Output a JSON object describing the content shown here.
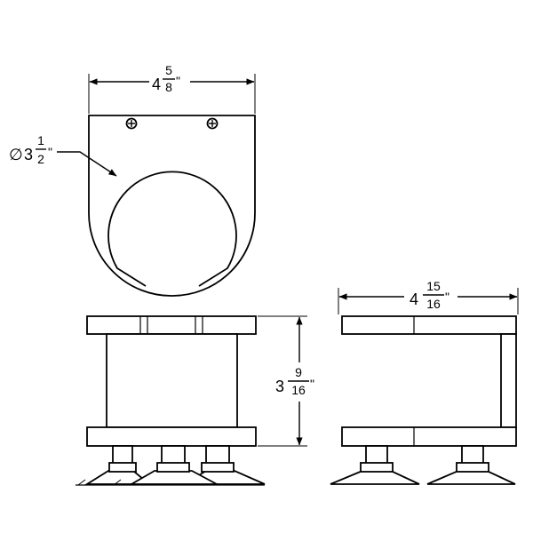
{
  "dimensions": {
    "top_width": {
      "whole": "4",
      "num": "5",
      "den": "8",
      "unit": "\""
    },
    "hole_diameter": {
      "symbol": "∅",
      "whole": "3",
      "num": "1",
      "den": "2",
      "unit": "\""
    },
    "height": {
      "whole": "3",
      "num": "9",
      "den": "16",
      "unit": "\""
    },
    "side_width": {
      "whole": "4",
      "num": "15",
      "den": "16",
      "unit": "\""
    }
  },
  "icons": {
    "screw": "screw-head-icon",
    "arrow": "arrowhead-icon"
  },
  "colors": {
    "line": "#000000",
    "background": "#ffffff"
  }
}
